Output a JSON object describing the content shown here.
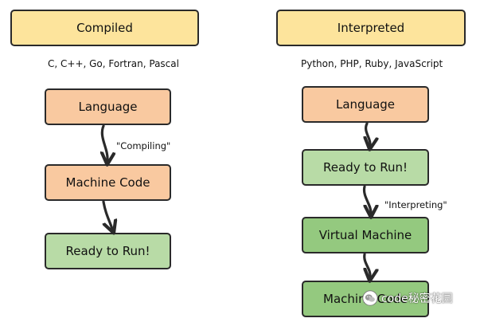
{
  "compiled": {
    "header": "Compiled",
    "examples": "C, C++, Go, Fortran, Pascal",
    "steps": [
      "Language",
      "Machine Code",
      "Ready to Run!"
    ],
    "edge_label": "\"Compiling\""
  },
  "interpreted": {
    "header": "Interpreted",
    "examples": "Python, PHP, Ruby, JavaScript",
    "steps": [
      "Language",
      "Ready to Run!",
      "Virtual Machine",
      "Machine Code"
    ],
    "edge_label": "\"Interpreting\""
  },
  "watermark": {
    "text": "code秘密花园",
    "icon": "wechat-icon"
  },
  "colors": {
    "header": "#fde49c",
    "orange": "#f9c9a0",
    "light_green": "#b8dba6",
    "green": "#94c97f",
    "border": "#2a2a2a"
  }
}
